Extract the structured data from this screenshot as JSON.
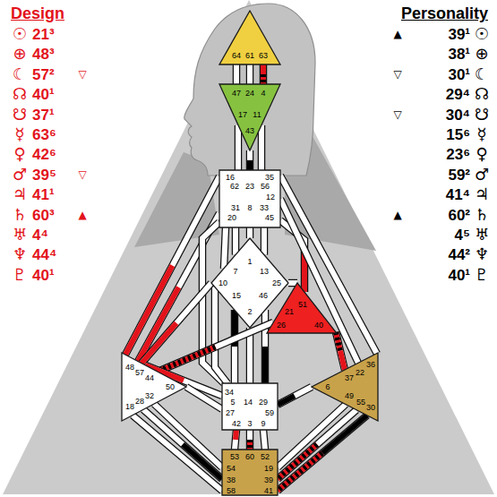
{
  "diagram": {
    "nodes": [
      {
        "text": [
          "64",
          "61",
          "63"
        ]
      },
      {
        "text": [
          "47",
          "24",
          "4",
          "17",
          "11",
          "43"
        ]
      },
      {
        "text": [
          "16",
          "35",
          "62",
          "23",
          "56",
          "12",
          "31",
          "8",
          "33",
          "20",
          "45"
        ]
      },
      {
        "text": [
          "1",
          "7",
          "13",
          "10",
          "25",
          "15",
          "46",
          "2"
        ]
      },
      {
        "text": [
          "21",
          "51",
          "26",
          "40"
        ]
      },
      {
        "text": [
          "48",
          "57",
          "44",
          "50",
          "32",
          "28",
          "18"
        ]
      },
      {
        "text": [
          "36",
          "22",
          "37",
          "6",
          "49",
          "55",
          "30"
        ]
      },
      {
        "text": [
          "34",
          "5",
          "14",
          "29",
          "27",
          "59",
          "42",
          "3",
          "9"
        ]
      },
      {
        "text": [
          "53",
          "60",
          "52",
          "54",
          "19",
          "38",
          "39",
          "58",
          "41"
        ]
      }
    ],
    "edges": [
      {
        "from": 0,
        "to": 1,
        "arrow": "none"
      },
      {
        "from": 0,
        "to": 1,
        "arrow": "none"
      },
      {
        "from": 0,
        "to": 1,
        "arrow": "none"
      },
      {
        "from": 1,
        "to": 2,
        "arrow": "none"
      },
      {
        "from": 1,
        "to": 2,
        "arrow": "none"
      },
      {
        "from": 1,
        "to": 2,
        "arrow": "none"
      },
      {
        "from": 2,
        "to": 5,
        "arrow": "none"
      },
      {
        "from": 2,
        "to": 5,
        "arrow": "none"
      },
      {
        "from": 2,
        "to": 7,
        "arrow": "none"
      },
      {
        "from": 2,
        "to": 3,
        "arrow": "none"
      },
      {
        "from": 2,
        "to": 3,
        "arrow": "none"
      },
      {
        "from": 2,
        "to": 3,
        "arrow": "none"
      },
      {
        "from": 2,
        "to": 3,
        "arrow": "none"
      },
      {
        "from": 2,
        "to": 4,
        "arrow": "none"
      },
      {
        "from": 2,
        "to": 6,
        "arrow": "none"
      },
      {
        "from": 2,
        "to": 6,
        "arrow": "none"
      },
      {
        "from": 3,
        "to": 4,
        "arrow": "none"
      },
      {
        "from": 3,
        "to": 7,
        "arrow": "none"
      },
      {
        "from": 3,
        "to": 5,
        "arrow": "none"
      },
      {
        "from": 3,
        "to": 7,
        "arrow": "none"
      },
      {
        "from": 3,
        "to": 7,
        "arrow": "none"
      },
      {
        "from": 3,
        "to": 7,
        "arrow": "none"
      },
      {
        "from": 4,
        "to": 5,
        "arrow": "none"
      },
      {
        "from": 4,
        "to": 6,
        "arrow": "none"
      },
      {
        "from": 7,
        "to": 5,
        "arrow": "none"
      },
      {
        "from": 7,
        "to": 5,
        "arrow": "none"
      },
      {
        "from": 7,
        "to": 6,
        "arrow": "none"
      },
      {
        "from": 7,
        "to": 8,
        "arrow": "none"
      },
      {
        "from": 7,
        "to": 8,
        "arrow": "none"
      },
      {
        "from": 7,
        "to": 8,
        "arrow": "none"
      },
      {
        "from": 5,
        "to": 8,
        "arrow": "none"
      },
      {
        "from": 5,
        "to": 8,
        "arrow": "none"
      },
      {
        "from": 5,
        "to": 8,
        "arrow": "none"
      },
      {
        "from": 6,
        "to": 8,
        "arrow": "none"
      },
      {
        "from": 6,
        "to": 8,
        "arrow": "none"
      },
      {
        "from": 6,
        "to": 8,
        "arrow": "none"
      }
    ],
    "labels": [
      "Design",
      "☉",
      "21³",
      "⊕",
      "48³",
      "☾",
      "57²",
      "▽",
      "☊",
      "40¹",
      "☋",
      "37¹",
      "☿",
      "63⁶",
      "♀",
      "42⁶",
      "♂",
      "39⁵",
      "▽",
      "♃",
      "41¹",
      "♄",
      "60³",
      "▲",
      "♅",
      "4⁴",
      "♆",
      "44⁴",
      "♇",
      "40¹",
      "Personality",
      "▲",
      "39¹",
      "☉",
      "38¹",
      "⊕",
      "▽",
      "30¹",
      "☾",
      "29⁴",
      "☊",
      "▽",
      "30⁴",
      "☋",
      "15⁶",
      "☿",
      "23⁶",
      "♀",
      "59²",
      "♂",
      "41⁴",
      "♃",
      "▲",
      "60²",
      "♄",
      "4⁵",
      "♅",
      "44²",
      "♆",
      "40¹",
      "♇"
    ]
  }
}
